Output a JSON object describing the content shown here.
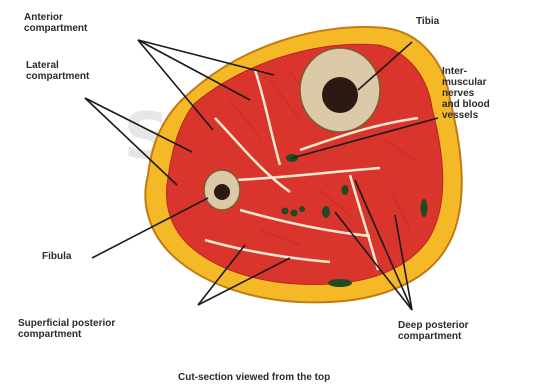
{
  "labels": {
    "anterior_1": "Anterior",
    "anterior_2": "compartment",
    "lateral_1": "Lateral",
    "lateral_2": "compartment",
    "tibia": "Tibia",
    "nerves_1": "Inter-",
    "nerves_2": "muscular",
    "nerves_3": "nerves",
    "nerves_4": "and blood",
    "nerves_5": "vessels",
    "fibula": "Fibula",
    "superficial_1": "Superficial posterior",
    "superficial_2": "compartment",
    "deep_1": "Deep posterior",
    "deep_2": "compartment",
    "caption": "Cut-section viewed from the top"
  },
  "watermark": "Sample",
  "colors": {
    "fat": "#f5b928",
    "fat_edge": "#c27b10",
    "muscle": "#d9352c",
    "muscle_dark": "#b72520",
    "bone": "#dcc9a8",
    "marrow": "#2a1a12",
    "vessel": "#1f4a22",
    "fascia": "#f6ead2",
    "line": "#1a1a1a"
  }
}
